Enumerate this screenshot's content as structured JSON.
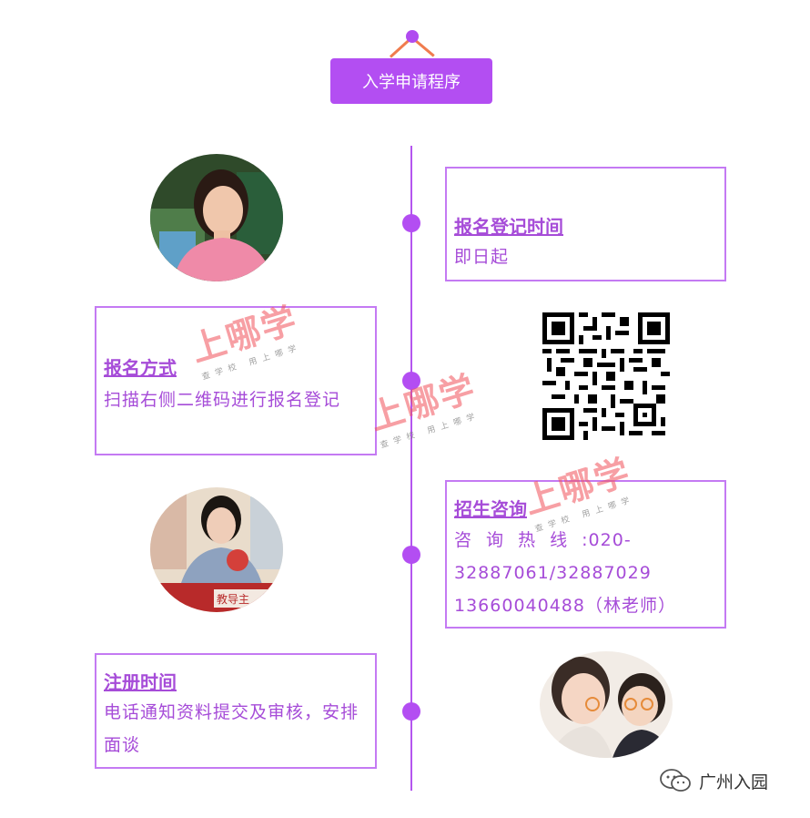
{
  "header": {
    "title": "入学申请程序"
  },
  "cards": [
    {
      "heading": "报名登记时间",
      "text": "即日起"
    },
    {
      "heading": "报名方式",
      "text": "扫描右侧二维码进行报名登记"
    },
    {
      "heading": "招生咨询",
      "line1": "咨 询 热 线 :020-",
      "line2": "32887061/32887029",
      "line3": "13660040488（林老师）"
    },
    {
      "heading": "注册时间",
      "text": "电话通知资料提交及审核，安排面谈"
    }
  ],
  "watermark": {
    "big": "上哪学",
    "small": "查学校 用上哪学"
  },
  "photo_sign": "教导主",
  "footer": {
    "brand": "广州入园"
  },
  "colors": {
    "accent": "#b34ef2",
    "line": "#b455ef",
    "text": "#a64cd8",
    "watermark": "#f0505a"
  }
}
